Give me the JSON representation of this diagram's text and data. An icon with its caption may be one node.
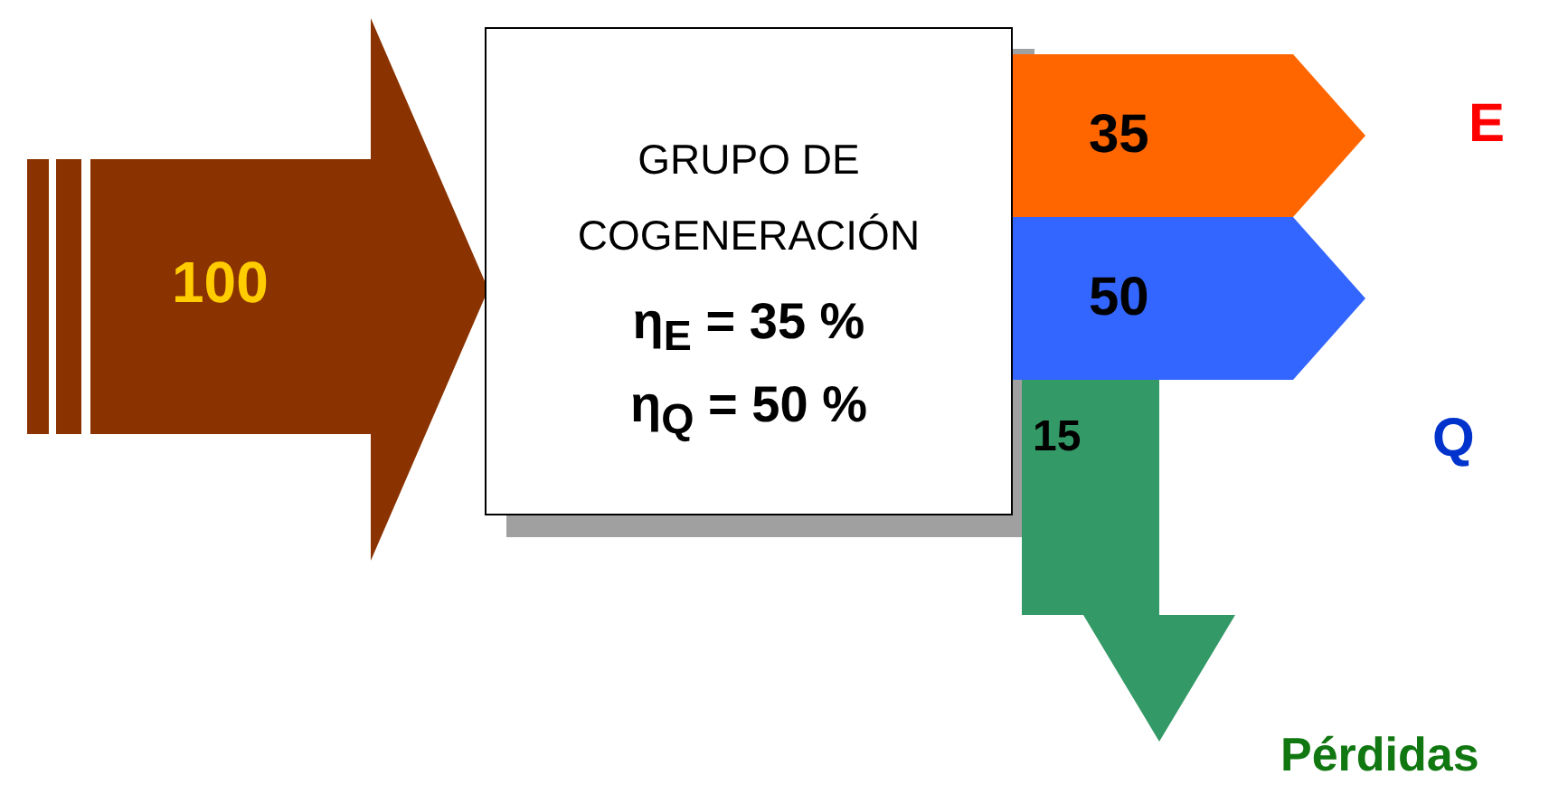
{
  "diagram": {
    "nodes": [
      {
        "text": [
          "100"
        ]
      },
      {
        "text": [
          "GRUPO DE COGENERACIÓN",
          "η$_{E}$ = 35 %",
          "η$_{Q}$ = 50 %"
        ]
      },
      {
        "text": [
          "35"
        ],
        "beside": [
          "E"
        ]
      },
      {
        "text": [
          "50"
        ],
        "beside": [
          "Q"
        ]
      },
      {
        "text": [
          "15"
        ],
        "beside": [
          "Pérdidas"
        ]
      }
    ]
  }
}
